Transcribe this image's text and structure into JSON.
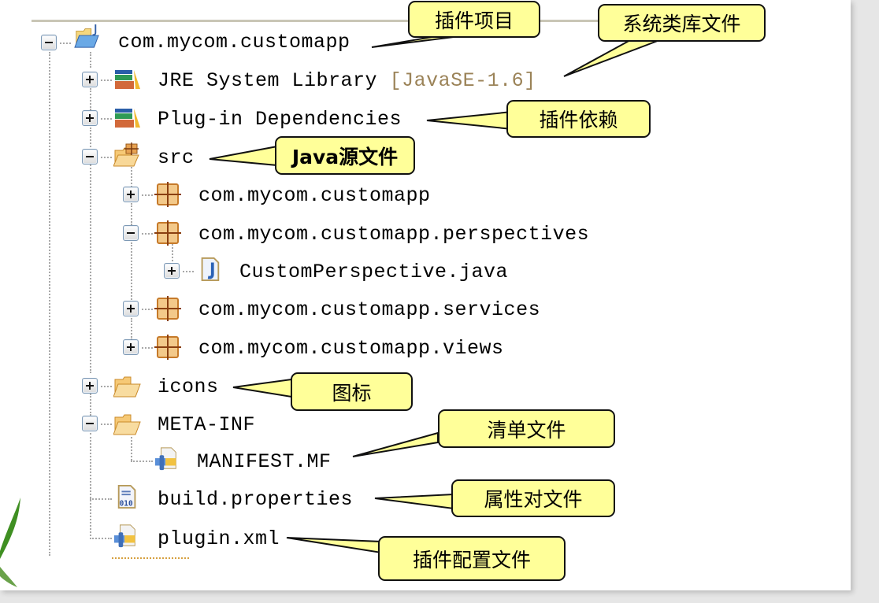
{
  "tree": {
    "root": {
      "label": "com.mycom.customapp",
      "icon": "plugin-project-folder-icon",
      "expanded": true
    },
    "items": [
      {
        "label": "JRE System Library",
        "decoration": "[JavaSE-1.6]",
        "icon": "library-icon",
        "expanded": false
      },
      {
        "label": "Plug-in Dependencies",
        "icon": "library-icon",
        "expanded": false
      },
      {
        "label": "src",
        "icon": "source-folder-icon",
        "expanded": true
      },
      {
        "label": "com.mycom.customapp",
        "icon": "package-icon",
        "expanded": false
      },
      {
        "label": "com.mycom.customapp.perspectives",
        "icon": "package-icon",
        "expanded": true
      },
      {
        "label": "CustomPerspective.java",
        "icon": "java-file-icon",
        "expanded": false
      },
      {
        "label": "com.mycom.customapp.services",
        "icon": "package-icon",
        "expanded": false
      },
      {
        "label": "com.mycom.customapp.views",
        "icon": "package-icon",
        "expanded": false
      },
      {
        "label": "icons",
        "icon": "folder-icon",
        "expanded": false
      },
      {
        "label": "META-INF",
        "icon": "folder-icon",
        "expanded": true
      },
      {
        "label": "MANIFEST.MF",
        "icon": "plugin-manifest-icon"
      },
      {
        "label": "build.properties",
        "icon": "properties-file-icon"
      },
      {
        "label": "plugin.xml",
        "icon": "plugin-manifest-icon"
      }
    ]
  },
  "callouts": {
    "plugin_project": "插件项目",
    "system_library": "系统类库文件",
    "plugin_dependencies": "插件依赖",
    "java_source": "Java源文件",
    "icons": "图标",
    "manifest": "清单文件",
    "properties": "属性对文件",
    "plugin_config": "插件配置文件"
  },
  "colors": {
    "callout_fill": "#ffff99",
    "decoration_text": "#9b8358",
    "page_bg": "#ffffff"
  }
}
